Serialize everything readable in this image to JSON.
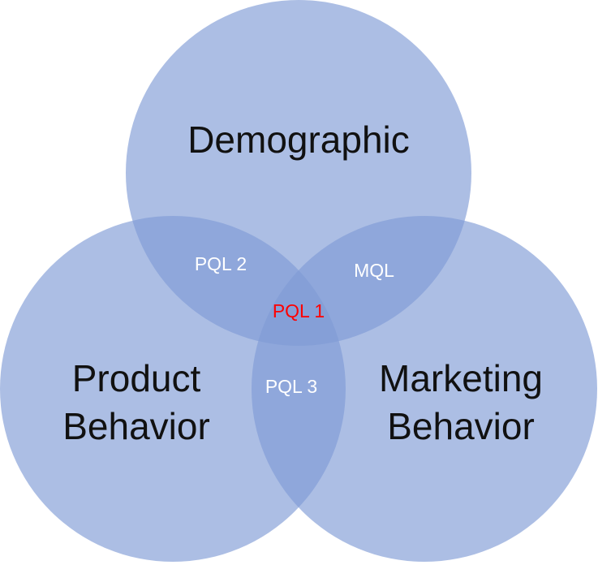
{
  "sets": [
    {
      "id": "top",
      "label_lines": [
        "Demographic"
      ]
    },
    {
      "id": "left",
      "label_lines": [
        "Product",
        "Behavior"
      ]
    },
    {
      "id": "right",
      "label_lines": [
        "Marketing",
        "Behavior"
      ]
    }
  ],
  "regions": {
    "top_left": "PQL 2",
    "top_right": "MQL",
    "left_right": "PQL 3",
    "center": "PQL 1"
  },
  "colors": {
    "circle_fill": "#7f9bd6",
    "label_text": "#111111",
    "region_text": "#ffffff",
    "center_text": "#ff0000"
  }
}
